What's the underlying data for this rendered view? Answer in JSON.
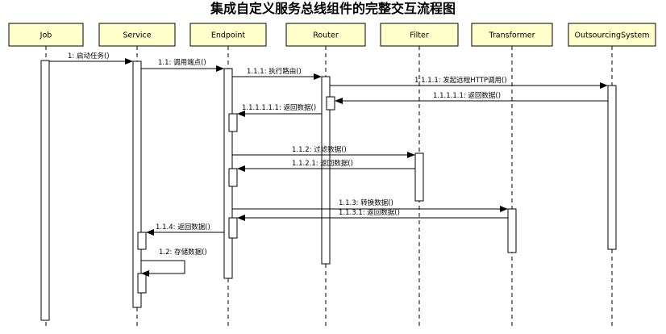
{
  "diagram": {
    "title": "集成自定义服务总线组件的完整交互流程图"
  },
  "participants": [
    {
      "id": "job",
      "label": "Job"
    },
    {
      "id": "service",
      "label": "Service"
    },
    {
      "id": "endpoint",
      "label": "Endpoint"
    },
    {
      "id": "router",
      "label": "Router"
    },
    {
      "id": "filter",
      "label": "Filter"
    },
    {
      "id": "transformer",
      "label": "Transformer"
    },
    {
      "id": "outsourcing",
      "label": "OutsourcingSystem"
    }
  ],
  "messages": [
    {
      "label": "1: 启动任务()",
      "from": "job",
      "to": "service"
    },
    {
      "label": "1.1: 调用端点()",
      "from": "service",
      "to": "endpoint"
    },
    {
      "label": "1.1.1: 执行路由()",
      "from": "endpoint",
      "to": "router"
    },
    {
      "label": "1.1.1.1: 发起远程HTTP调用()",
      "from": "router",
      "to": "outsourcing"
    },
    {
      "label": "1.1.1.1.1: 返回数据()",
      "from": "outsourcing",
      "to": "router"
    },
    {
      "label": "1.1.1.1.1.1: 返回数据()",
      "from": "router",
      "to": "endpoint"
    },
    {
      "label": "1.1.2: 过滤数据()",
      "from": "endpoint",
      "to": "filter"
    },
    {
      "label": "1.1.2.1: 返回数据()",
      "from": "filter",
      "to": "endpoint"
    },
    {
      "label": "1.1.3: 转换数据()",
      "from": "endpoint",
      "to": "transformer"
    },
    {
      "label": "1.1.3.1: 返回数据()",
      "from": "transformer",
      "to": "endpoint"
    },
    {
      "label": "1.1.4: 返回数据()",
      "from": "endpoint",
      "to": "service"
    },
    {
      "label": "1.2: 存储数据()",
      "from": "service",
      "to": "service"
    }
  ]
}
